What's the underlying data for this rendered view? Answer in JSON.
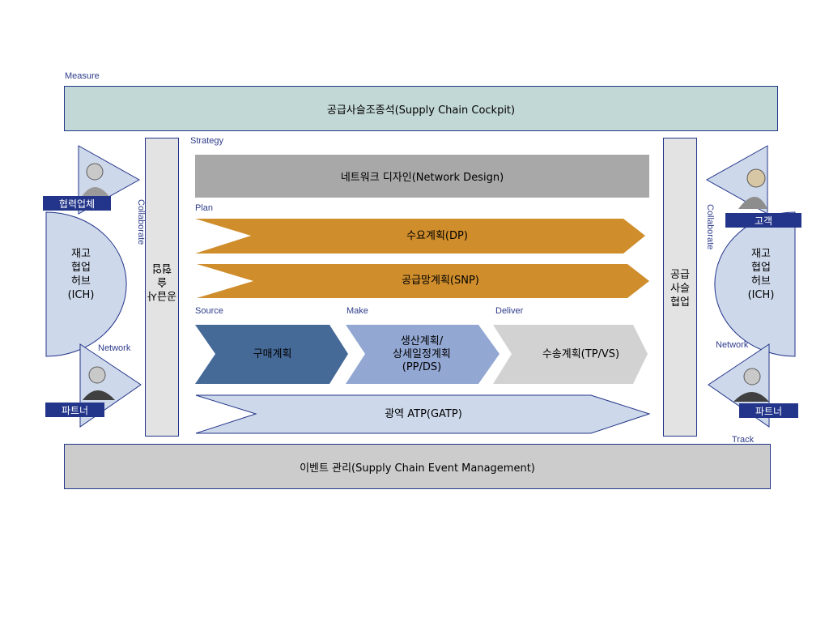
{
  "labels": {
    "measure": "Measure",
    "strategy": "Strategy",
    "plan": "Plan",
    "source": "Source",
    "make": "Make",
    "deliver": "Deliver",
    "track": "Track",
    "collaborate_left": "Collaborate",
    "collaborate_right": "Collaborate",
    "network_left": "Network",
    "network_right": "Network"
  },
  "cockpit": "공급사슬조종석(Supply Chain Cockpit)",
  "network_design": "네트워크 디자인(Network Design)",
  "demand_plan": "수요계획(DP)",
  "snp": "공급망계획(SNP)",
  "purchase_plan": "구매계획",
  "production_plan": "생산계획/\n상세일정계획\n(PP/DS)",
  "transport_plan": "수송계획(TP/VS)",
  "gatp": "광역 ATP(GATP)",
  "event_mgmt": "이벤트 관리(Supply Chain Event Management)",
  "left_bar": "공급사슬\n협업",
  "right_bar": "공급\n사슬\n협업",
  "hub_left": "재고\n협업\n허브\n(ICH)",
  "hub_right": "재고\n협업\n허브\n(ICH)",
  "tags": {
    "supplier": "협력업체",
    "customer": "고객",
    "partner_left": "파트너",
    "partner_right": "파트너"
  },
  "colors": {
    "navy": "#23358a",
    "teal_box": "#c2d8d6",
    "gray_bar": "#a8a8a8",
    "orange": "#cf8d2c",
    "blue_dark": "#466a98",
    "blue_mid": "#93a7d3",
    "gray_light": "#d2d2d2",
    "blue_pale": "#cdd8ea"
  }
}
